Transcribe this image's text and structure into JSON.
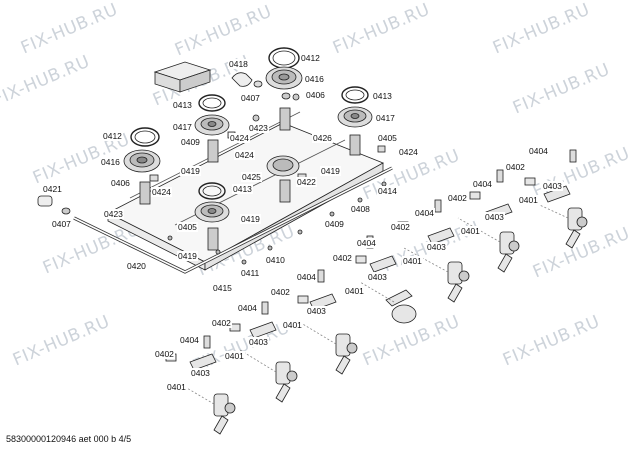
{
  "watermark": {
    "text": "FIX-HUB.RU"
  },
  "footer": {
    "document_code": "58300000120946 aet 000 b 4/5"
  },
  "part_labels": {
    "l0412a": "0412",
    "l0418": "0418",
    "l0416a": "0416",
    "l0407a": "0407",
    "l0406a": "0406",
    "l0413a": "0413",
    "l0413b": "0413",
    "l0417a": "0417",
    "l0423a": "0423",
    "l0412b": "0412",
    "l0417b": "0417",
    "l0424a": "0424",
    "l0426": "0426",
    "l0405a": "0405",
    "l0424b": "0424",
    "l0409a": "0409",
    "l0416b": "0416",
    "l0424c": "0424",
    "l0419a": "0419",
    "l0425": "0425",
    "l0422": "0422",
    "l0419b": "0419",
    "l0406b": "0406",
    "l0421": "0421",
    "l0413c": "0413",
    "l0414": "0414",
    "l0424d": "0424",
    "l0408": "0408",
    "l0423b": "0423",
    "l0407b": "0407",
    "l0405b": "0405",
    "l0419c": "0419",
    "l0409b": "0409",
    "l0419d": "0419",
    "l0410": "0410",
    "l0420": "0420",
    "l0411": "0411",
    "l0415": "0415",
    "r0404a": "0404",
    "r0402a": "0402",
    "r0403a": "0403",
    "r0401a": "0401",
    "r0404b": "0404",
    "r0402b": "0402",
    "r0403b": "0403",
    "r0401b": "0401",
    "r0404c": "0404",
    "r0402c": "0402",
    "r0403c": "0403",
    "r0401c": "0401",
    "r0404d": "0404",
    "r0402d": "0402",
    "r0403d": "0403",
    "r0401d": "0401",
    "r0404e": "0404",
    "r0402e": "0402",
    "r0403e": "0403",
    "r0401e": "0401",
    "r0404f": "0404",
    "r0402f": "0402",
    "r0403f": "0403",
    "r0401f": "0401",
    "r0404g": "0404",
    "r0402g": "0402",
    "r0403g": "0403",
    "r0401g": "0401"
  }
}
